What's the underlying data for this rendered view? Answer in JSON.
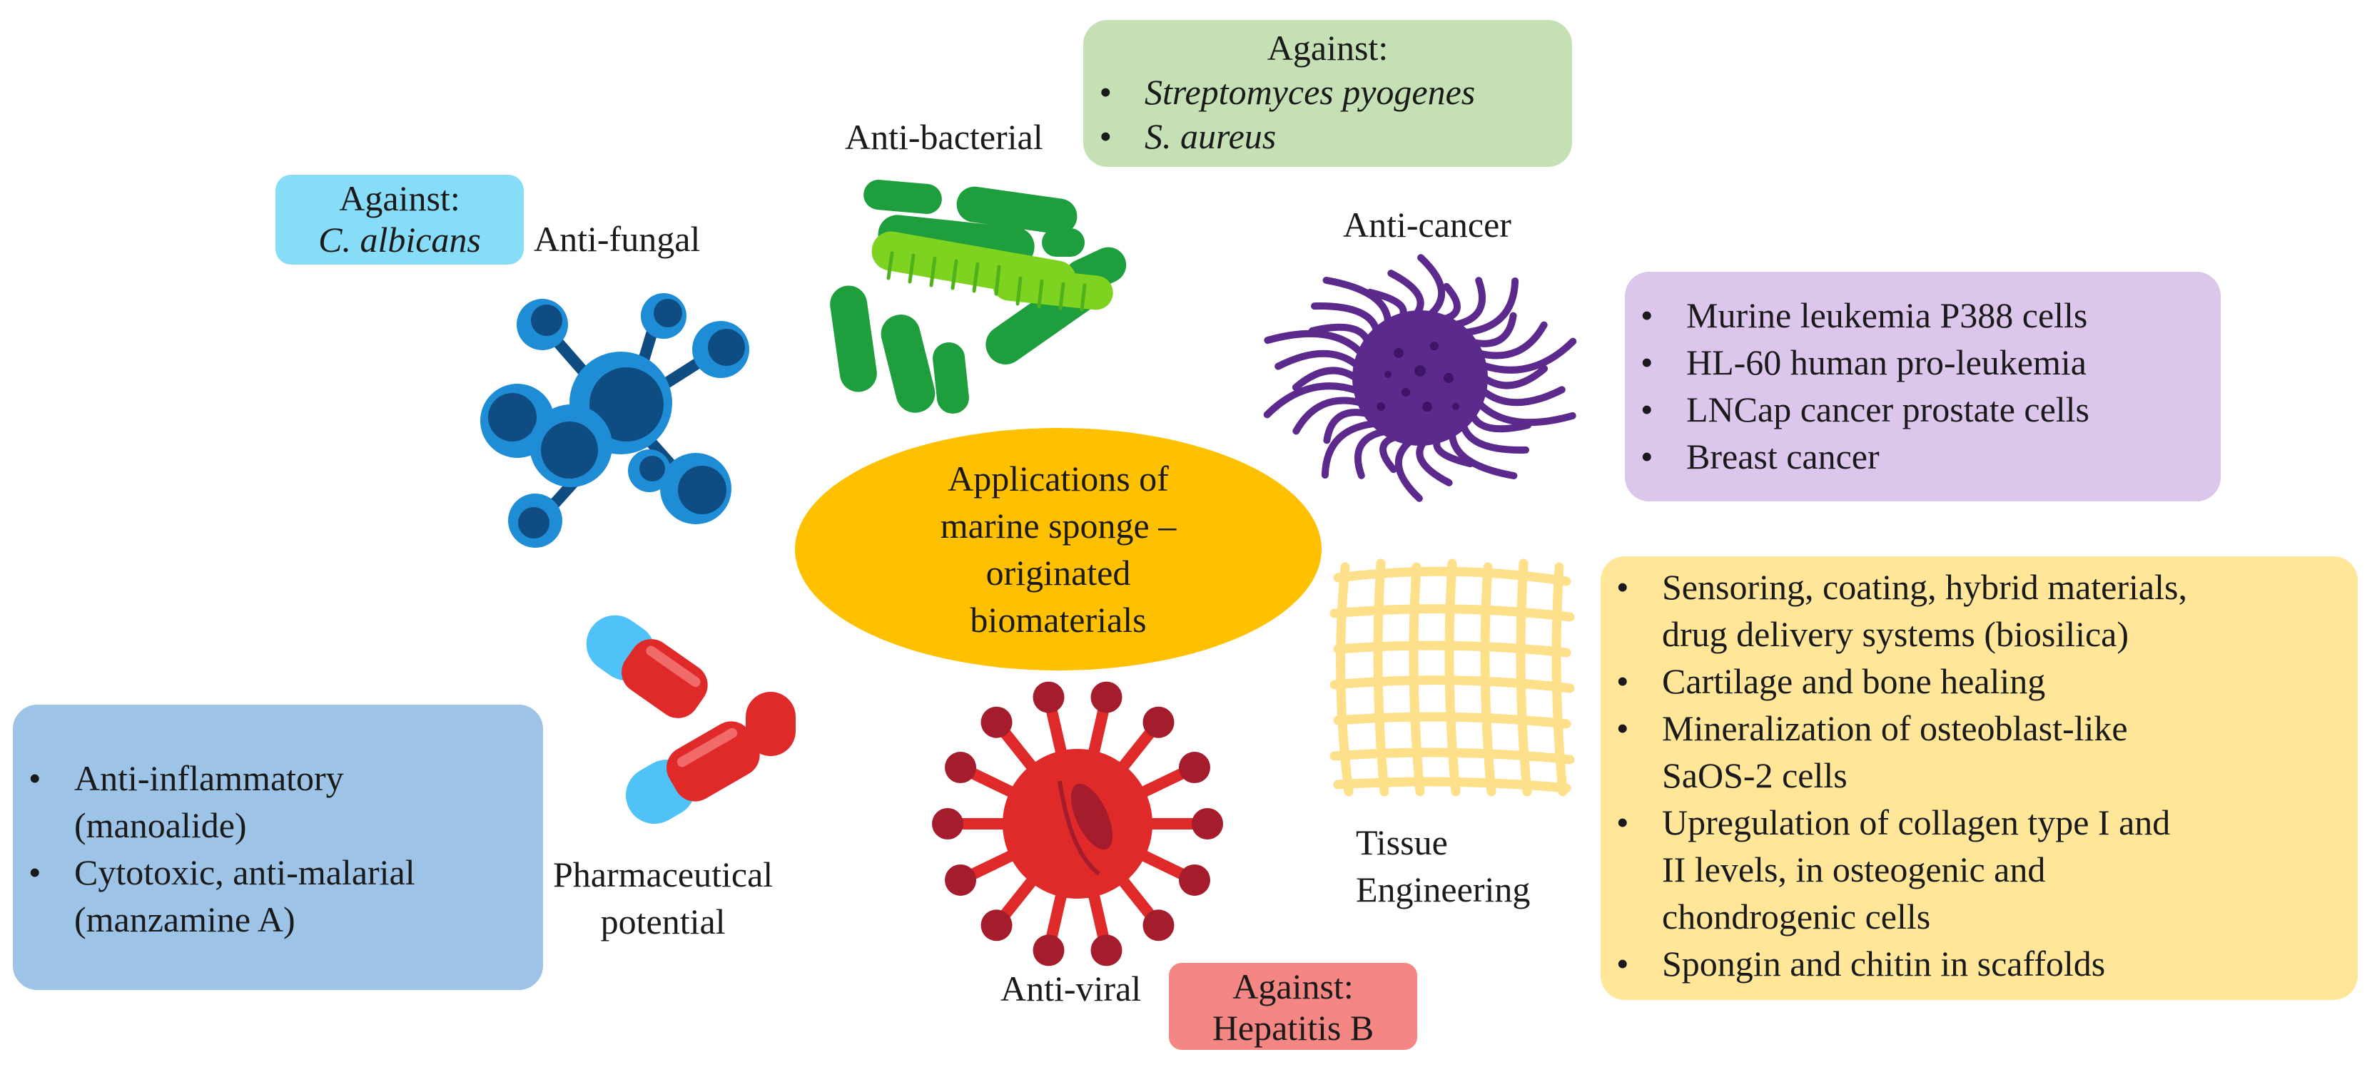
{
  "center": {
    "lines": [
      "Applications of",
      "marine sponge –",
      "originated",
      "biomaterials"
    ],
    "color": "#FFC000"
  },
  "categories": {
    "antifungal": {
      "label": "Anti-fungal",
      "box_title": "Against:",
      "box_items": [
        "C. albicans"
      ],
      "box_color": "#87DCF7"
    },
    "antibacterial": {
      "label": "Anti-bacterial",
      "box_title": "Against:",
      "box_items": [
        "Streptomyces pyogenes",
        "S. aureus"
      ],
      "box_color": "#C5E0B4"
    },
    "anticancer": {
      "label": "Anti-cancer",
      "box_items": [
        "Murine leukemia P388 cells",
        "HL-60 human pro-leukemia",
        "LNCap cancer prostate cells",
        "Breast cancer"
      ],
      "box_color": "#DCC6EC"
    },
    "tissue": {
      "label_lines": [
        "Tissue",
        "Engineering"
      ],
      "box_items": [
        [
          "Sensoring, coating, hybrid materials,",
          "drug delivery systems (biosilica)"
        ],
        [
          "Cartilage and bone healing"
        ],
        [
          "Mineralization of osteoblast-like",
          "SaOS-2 cells"
        ],
        [
          "Upregulation of collagen type I and",
          "II levels, in osteogenic and",
          "chondrogenic cells"
        ],
        [
          "Spongin and chitin in scaffolds"
        ]
      ],
      "box_color": "#FFE699"
    },
    "antiviral": {
      "label": "Anti-viral",
      "box_lines": [
        "Against:",
        "Hepatitis B"
      ],
      "box_color": "#F48683"
    },
    "pharma": {
      "label_lines": [
        "Pharmaceutical",
        "potential"
      ],
      "box_items": [
        [
          "Anti-inflammatory",
          "(manoalide)"
        ],
        [
          "Cytotoxic, anti-malarial",
          "(manzamine A)"
        ]
      ],
      "box_color": "#9DC3E6"
    }
  },
  "illustrations": {
    "fungus": "blue-fungus-spore-icon",
    "bacteria": "green-bacteria-icon",
    "cancer": "purple-cancer-cell-icon",
    "mesh": "yellow-scaffold-mesh-icon",
    "virus": "red-virus-icon",
    "capsule": "red-blue-capsule-icon"
  }
}
